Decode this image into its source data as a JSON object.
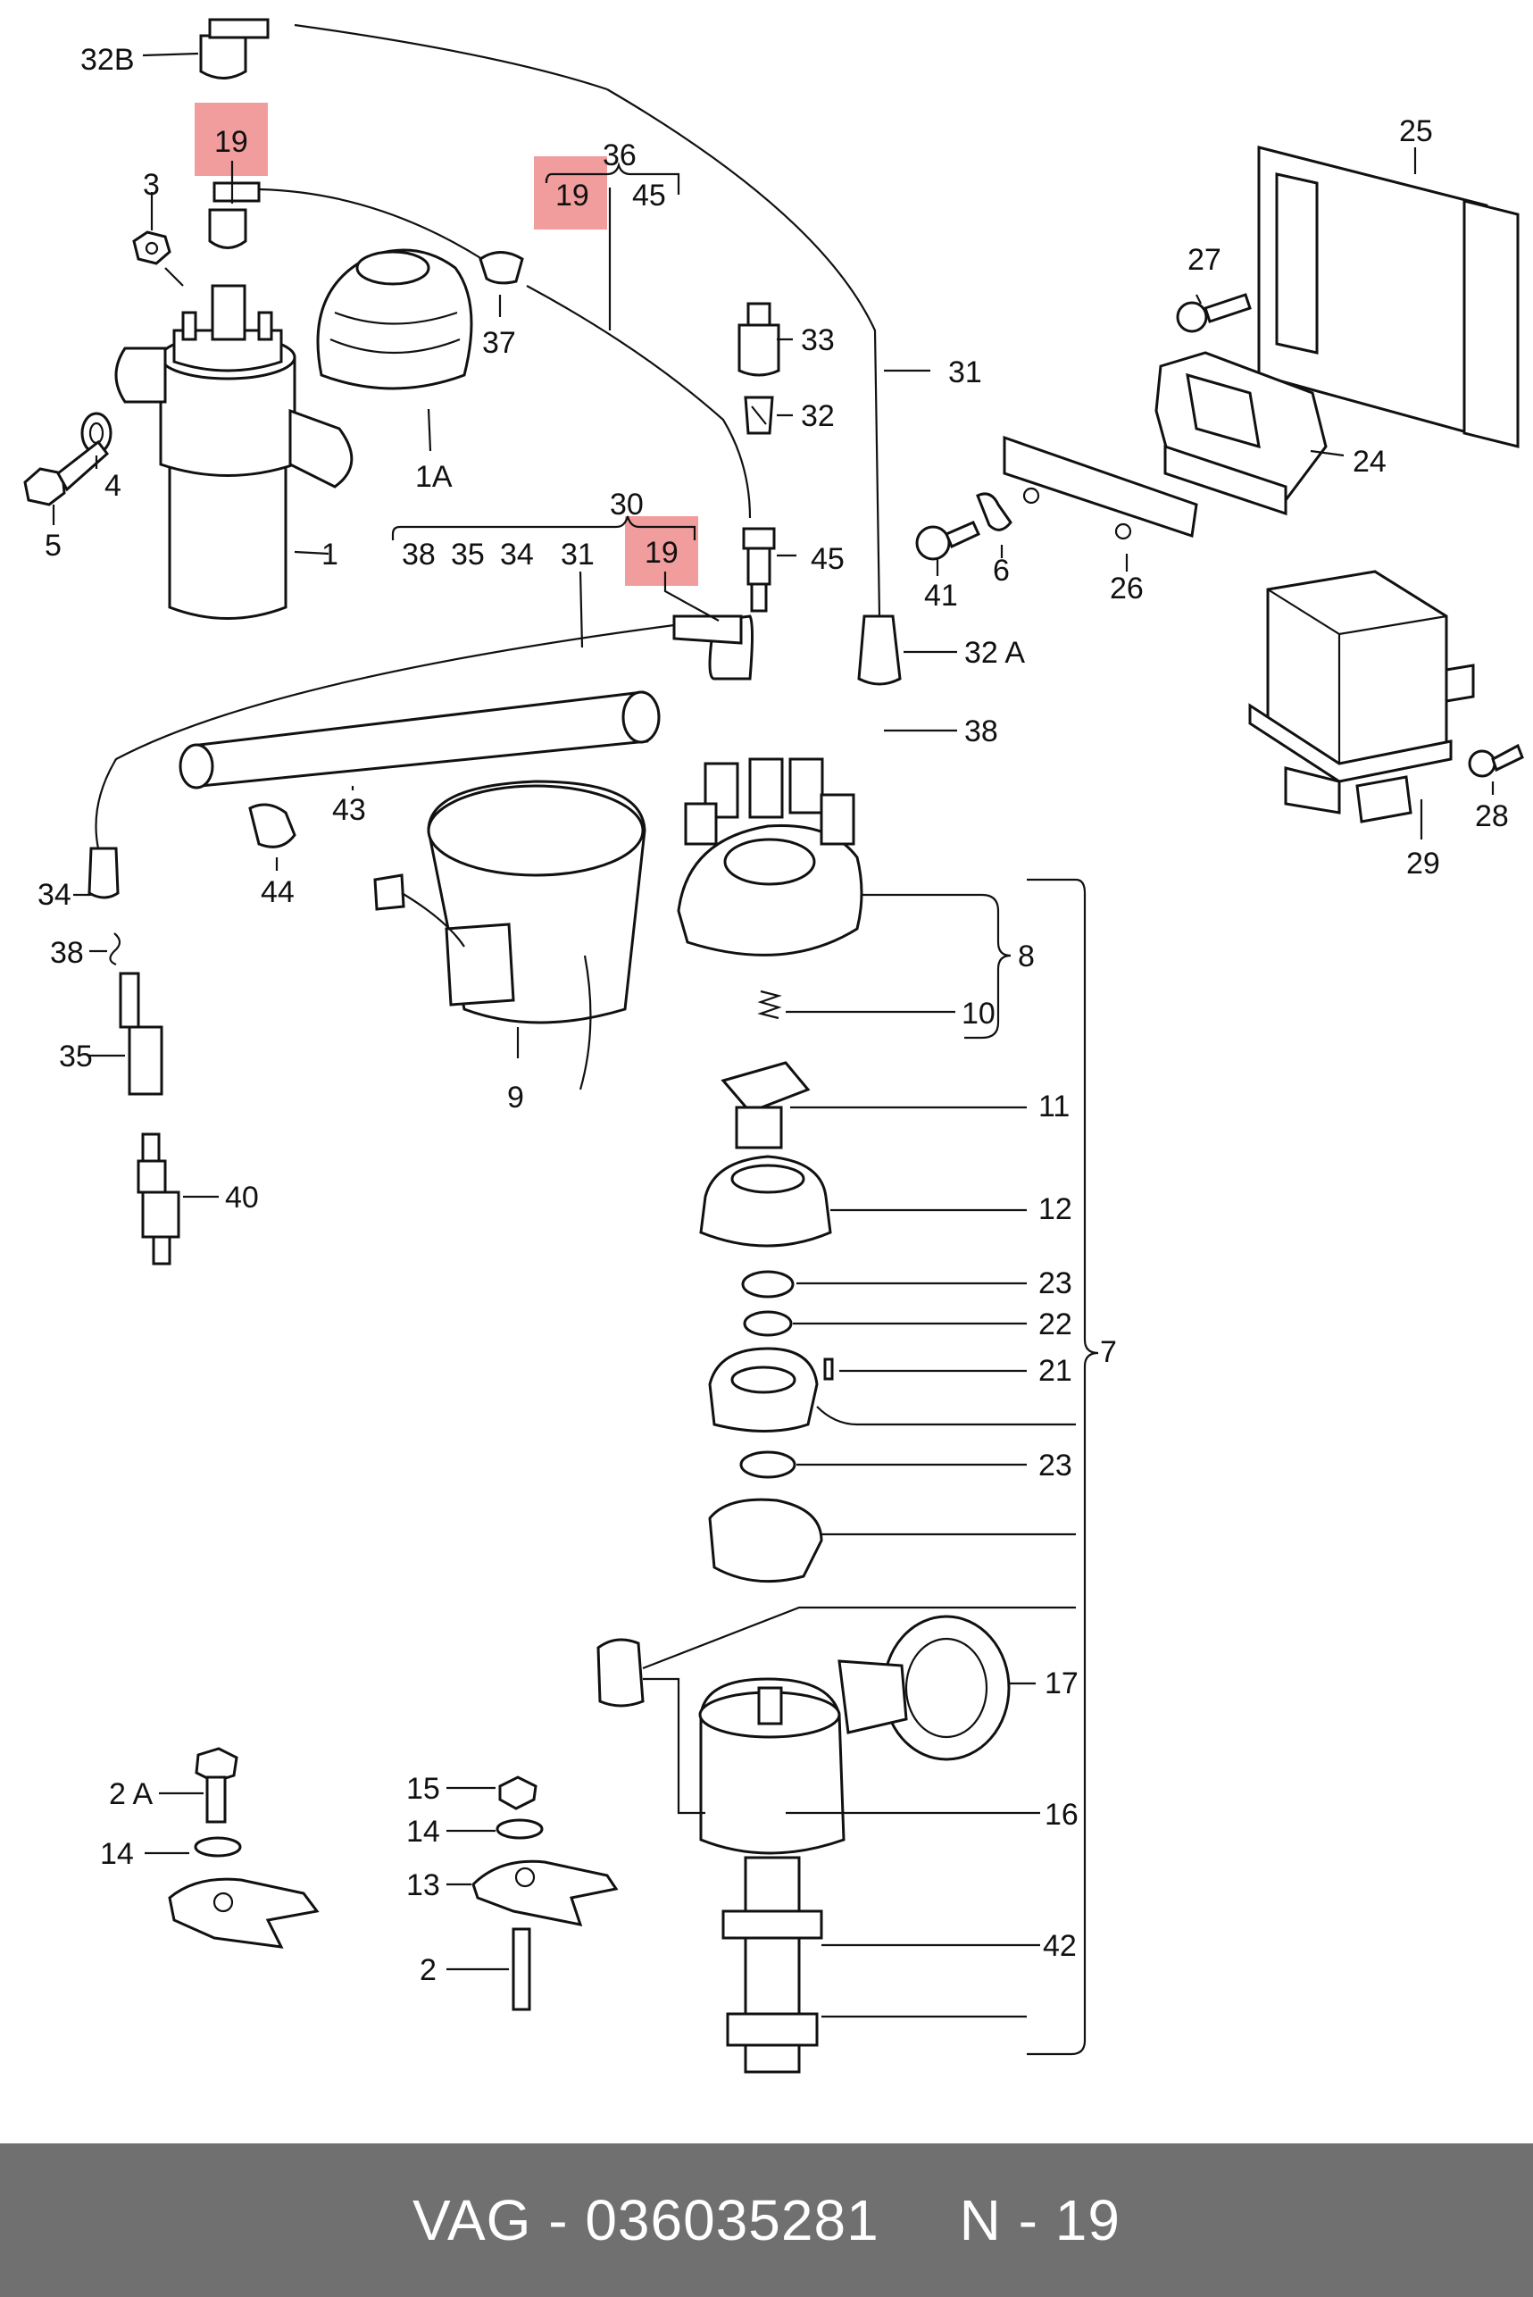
{
  "footer": {
    "brand_part": "VAG - 036035281",
    "page": "N - 19"
  },
  "highlight_color": "#f08c8c",
  "labels": {
    "p32B": "32B",
    "p19a": "19",
    "p3": "3",
    "p36": "36",
    "p19b": "19",
    "p45a": "45",
    "p25": "25",
    "p27": "27",
    "p37": "37",
    "p33": "33",
    "p31a": "31",
    "p32": "32",
    "p24": "24",
    "p4": "4",
    "p5": "5",
    "p1A": "1A",
    "p1": "1",
    "p30": "30",
    "p38a": "38",
    "p35a": "35",
    "p34a": "34",
    "p31b": "31",
    "p19c": "19",
    "p45b": "45",
    "p41": "41",
    "p6": "6",
    "p26": "26",
    "p32A": "32 A",
    "p38b": "38",
    "p28": "28",
    "p29": "29",
    "p43": "43",
    "p44": "44",
    "p34b": "34",
    "p38c": "38",
    "p35b": "35",
    "p40": "40",
    "p8": "8",
    "p10": "10",
    "p9": "9",
    "p11": "11",
    "p12": "12",
    "p23a": "23",
    "p22": "22",
    "p7": "7",
    "p21": "21",
    "p23b": "23",
    "p17": "17",
    "p16": "16",
    "p2A": "2 A",
    "p14a": "14",
    "p15": "15",
    "p14b": "14",
    "p13": "13",
    "p42": "42",
    "p2": "2"
  }
}
